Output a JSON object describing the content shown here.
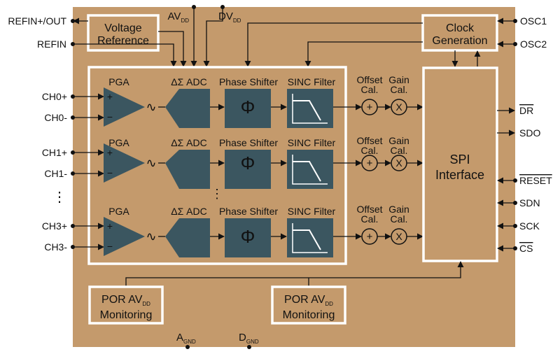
{
  "left_pins": {
    "refin_out": "REFIN+/OUT",
    "refin": "REFIN",
    "ch0p": "CH0+",
    "ch0n": "CH0-",
    "ch1p": "CH1+",
    "ch1n": "CH1-",
    "ch3p": "CH3+",
    "ch3n": "CH3-",
    "dots": "⋮"
  },
  "top_pins": {
    "avdd": "AV",
    "avdd_sub": "DD",
    "dvdd": "DV",
    "dvdd_sub": "DD"
  },
  "bottom_pins": {
    "agnd": "A",
    "agnd_sub": "GND",
    "dgnd": "D",
    "dgnd_sub": "GND"
  },
  "right_pins": {
    "osc1": "OSC1",
    "osc2": "OSC2",
    "dr": "DR",
    "sdo": "SDO",
    "reset": "RESET",
    "sdn": "SDN",
    "sck": "SCK",
    "cs": "CS"
  },
  "blocks": {
    "voltage_ref_line1": "Voltage",
    "voltage_ref_line2": "Reference",
    "clock_gen_line1": "Clock",
    "clock_gen_line2": "Generation",
    "spi_line1": "SPI",
    "spi_line2": "Interface",
    "por_line1": "POR AV",
    "por_sub": "DD",
    "por_line2": "Monitoring"
  },
  "channel_labels": {
    "pga": "PGA",
    "adc": "ΔΣ ADC",
    "phase": "Phase Shifter",
    "sinc": "SINC Filter",
    "offset_line1": "Offset",
    "offset_line2": "Cal.",
    "gain_line1": "Gain",
    "gain_line2": "Cal.",
    "plus": "+",
    "minus": "−",
    "phi": "Φ",
    "sum_sym": "+",
    "mul_sym": "X",
    "tilde": "∿"
  },
  "colors": {
    "background": "#c49a6c",
    "block_fill": "#3b5660",
    "box_stroke": "#ffffff",
    "wire": "#111111"
  }
}
